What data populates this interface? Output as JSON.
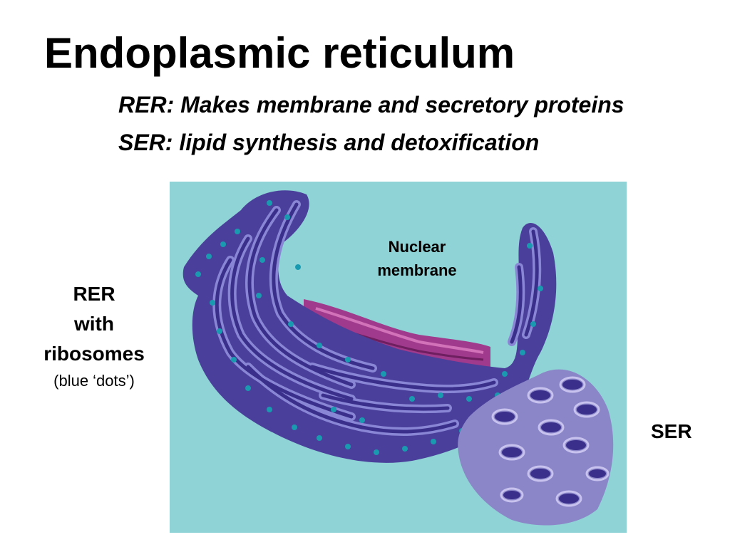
{
  "title": "Endoplasmic reticulum",
  "subtitles": [
    "RER: Makes membrane and secretory proteins",
    "SER: lipid synthesis and detoxification"
  ],
  "labels": {
    "rer": {
      "lines": [
        "RER",
        "with",
        "ribosomes"
      ],
      "note": "(blue ‘dots’)"
    },
    "ser": "SER",
    "nuclear_membrane": [
      "Nuclear",
      "membrane"
    ]
  },
  "colors": {
    "background_panel": "#8fd3d6",
    "rer_body": "#4a3f9a",
    "rer_lumen": "#3a2f8a",
    "rer_membrane_edge": "#8a86d6",
    "ribosome": "#1a9ab0",
    "nuclear_membrane": "#a03a8c",
    "ser": "#8b86c8"
  }
}
